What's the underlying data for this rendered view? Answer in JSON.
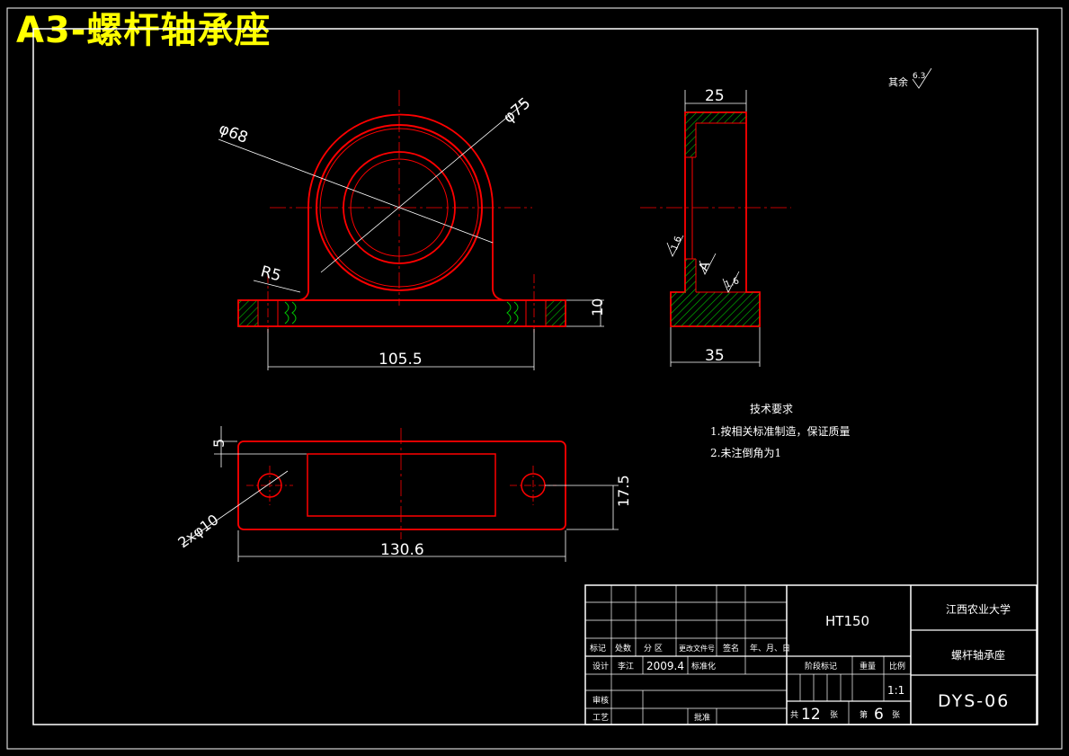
{
  "banner_title": "A3-螺杆轴承座",
  "surface_note": {
    "prefix": "其余",
    "value": "6.3"
  },
  "dimensions": {
    "front_outer_dia": "φ75",
    "front_inner_dia": "φ68",
    "front_fillet": "R5",
    "base_width": "105.5",
    "base_height": "10",
    "side_width_top": "25",
    "side_width_base": "35",
    "side_rough_1": "1.6",
    "side_rough_2": "1.6",
    "side_section_label": "A",
    "plan_edge_offset": "5",
    "plan_holes": "2xφ10",
    "plan_half_depth": "17.5",
    "plan_length": "130.6"
  },
  "tech_requirements": {
    "heading": "技术要求",
    "items": [
      "1.按相关标准制造，保证质量",
      "2.未注倒角为1"
    ]
  },
  "title_block": {
    "material": "HT150",
    "school": "江西农业大学",
    "part_name": "螺杆轴承座",
    "drawing_no": "DYS-06",
    "header_labels": [
      "标记",
      "处数",
      "分 区",
      "更改文件号",
      "签名",
      "年、月、日"
    ],
    "design_label": "设计",
    "designer": "李江",
    "date": "2009.4",
    "standardize_label": "标准化",
    "review_label": "审核",
    "process_label": "工艺",
    "approve_label": "批准",
    "stage_label": "阶段标记",
    "weight_label": "重量",
    "scale_label": "比例",
    "scale": "1:1",
    "total_sheets_prefix": "共",
    "total_sheets": "12",
    "total_sheets_suffix": "张",
    "sheet_prefix": "第",
    "sheet_no": "6",
    "sheet_suffix": "张"
  },
  "colors": {
    "outline": "#ff0000",
    "center": "#ff0000",
    "dim": "#ffffff",
    "hatch": "#00c800",
    "title": "#ffff00",
    "frame": "#ffffff"
  }
}
